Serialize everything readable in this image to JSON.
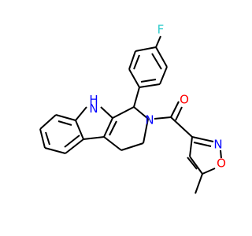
{
  "molecule": {
    "atoms": {
      "fluorine": {
        "symbol": "F",
        "color": "#33cccc"
      },
      "indole_nh": {
        "symbol": "H\nN",
        "color": "#0000ff"
      },
      "amide_n": {
        "symbol": "N",
        "color": "#0000ff"
      },
      "carbonyl_o": {
        "symbol": "O",
        "color": "#ff0000"
      },
      "isoxazole_n": {
        "symbol": "N",
        "color": "#0000ff"
      },
      "isoxazole_o": {
        "symbol": "O",
        "color": "#ff0000"
      }
    },
    "bond_color": "#000000",
    "background": "#ffffff"
  }
}
